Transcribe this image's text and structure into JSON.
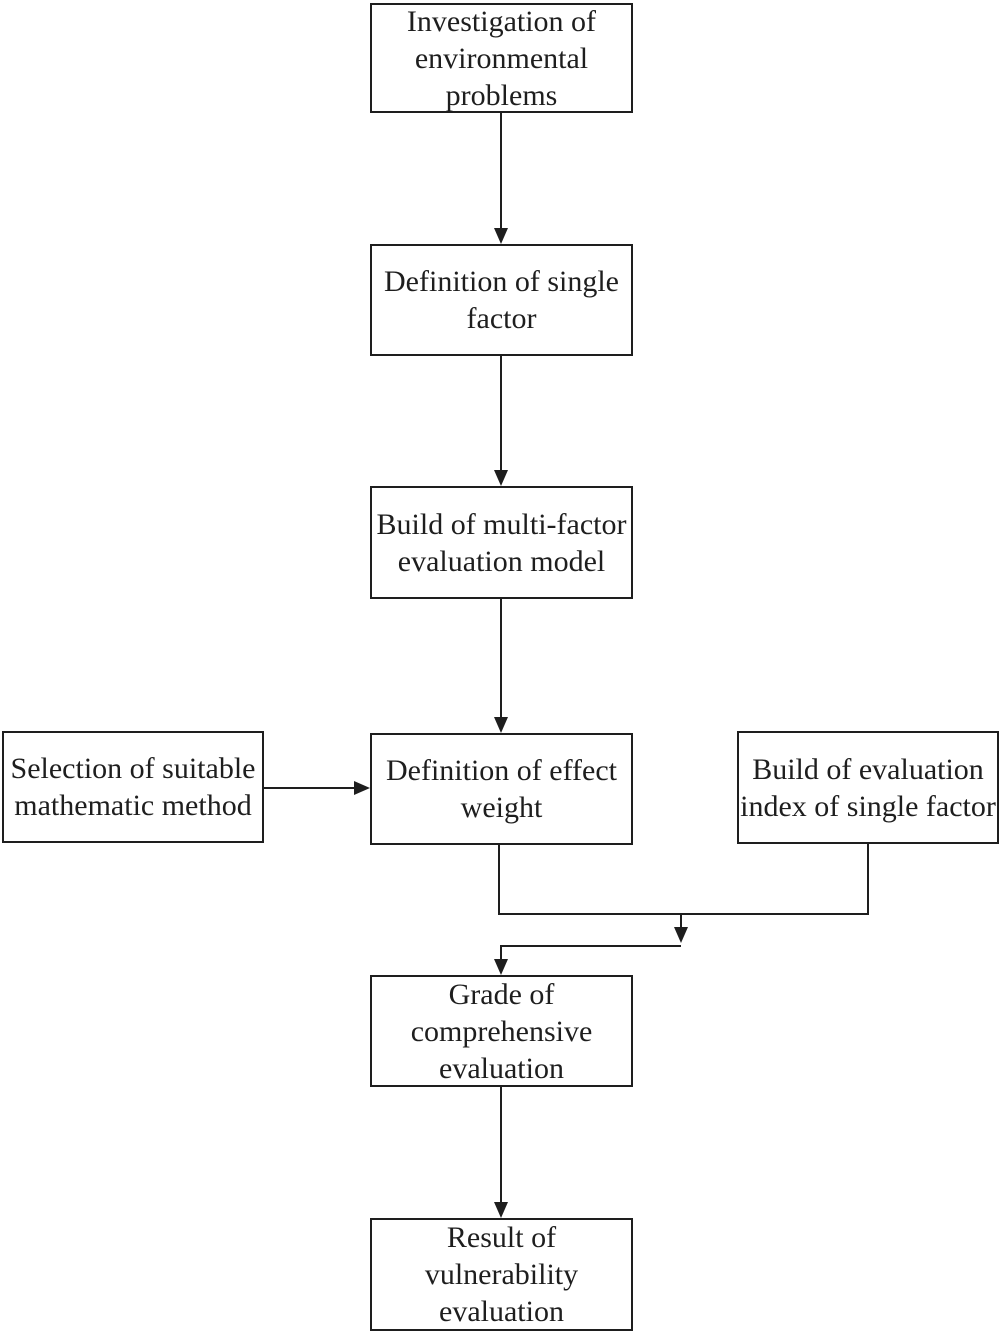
{
  "diagram": {
    "type": "flowchart",
    "colors": {
      "background": "#ffffff",
      "line": "#1e1e1e",
      "text": "#1e1e1e"
    },
    "nodes": {
      "investigation": {
        "label": "Investigation of environmental problems",
        "lines": [
          "Investigation of",
          "environmental",
          "problems"
        ]
      },
      "single_factor": {
        "label": "Definition of single factor",
        "lines": [
          "Definition of single",
          "factor"
        ]
      },
      "multi_factor": {
        "label": "Build of multi-factor evaluation model",
        "lines": [
          "Build of multi-factor",
          "evaluation model"
        ]
      },
      "math_method": {
        "label": "Selection of suitable mathematic method",
        "lines": [
          "Selection of suitable",
          "mathematic method"
        ]
      },
      "effect_weight": {
        "label": "Definition of effect weight",
        "lines": [
          "Definition of effect",
          "weight"
        ]
      },
      "eval_index": {
        "label": "Build of evaluation index of single factor",
        "lines": [
          "Build of evaluation",
          "index of single factor"
        ]
      },
      "grade": {
        "label": "Grade of comprehensive evaluation",
        "lines": [
          "Grade of",
          "comprehensive",
          "evaluation"
        ]
      },
      "result": {
        "label": "Result of vulnerability evaluation",
        "lines": [
          "Result of",
          "vulnerability",
          "evaluation"
        ]
      }
    },
    "edges": [
      {
        "from": "investigation",
        "to": "single_factor"
      },
      {
        "from": "single_factor",
        "to": "multi_factor"
      },
      {
        "from": "multi_factor",
        "to": "effect_weight"
      },
      {
        "from": "math_method",
        "to": "effect_weight"
      },
      {
        "from": "effect_weight",
        "to": "grade"
      },
      {
        "from": "eval_index",
        "to": "grade"
      },
      {
        "from": "grade",
        "to": "result"
      }
    ]
  }
}
